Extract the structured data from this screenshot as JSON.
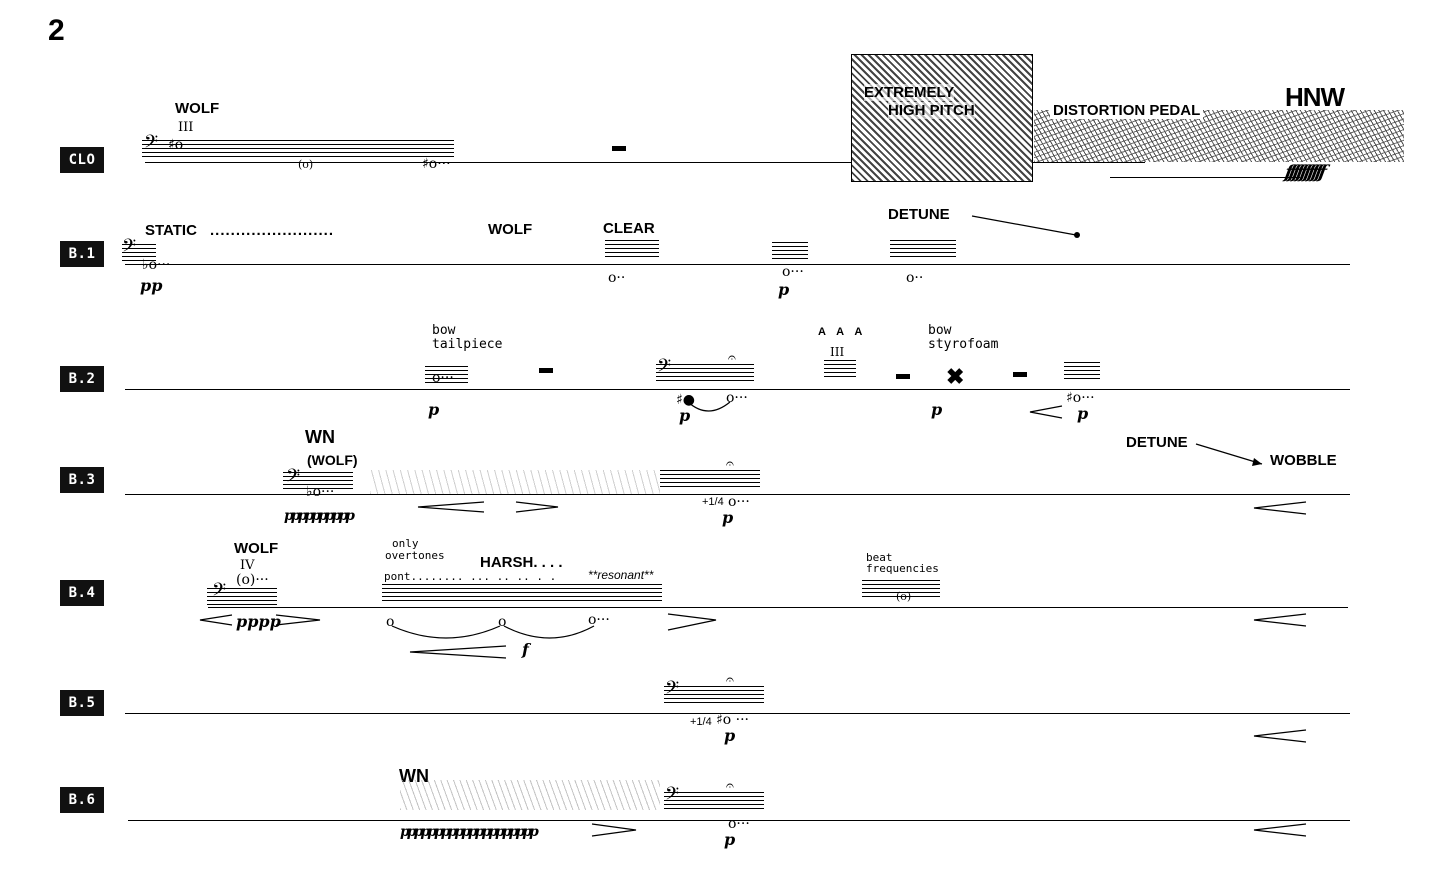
{
  "page_number": "2",
  "staves": [
    {
      "id": "clo",
      "label": "CLO"
    },
    {
      "id": "b1",
      "label": "B.1"
    },
    {
      "id": "b2",
      "label": "B.2"
    },
    {
      "id": "b3",
      "label": "B.3"
    },
    {
      "id": "b4",
      "label": "B.4"
    },
    {
      "id": "b5",
      "label": "B.5"
    },
    {
      "id": "b6",
      "label": "B.6"
    }
  ],
  "clo": {
    "wolf": "WOLF",
    "string": "III",
    "extremely": "EXTREMELY",
    "high_pitch": "HIGH PITCH",
    "distortion": "DISTORTION PEDAL",
    "hnw": "HNW",
    "fff": "ffffffffff"
  },
  "b1": {
    "static": "STATIC",
    "static_dots": "........................",
    "wolf": "WOLF",
    "clear": "CLEAR",
    "detune": "DETUNE",
    "pp": "pp",
    "p": "p"
  },
  "b2": {
    "bow1": "bow",
    "tailpiece": "tailpiece",
    "bow2": "bow",
    "styrofoam": "styrofoam",
    "p": "p",
    "accents": "A A A",
    "string": "III"
  },
  "b3": {
    "wn": "WN",
    "wolf": "(WOLF)",
    "dyn": "pppppppppp",
    "quarter": "+1/4",
    "p": "p",
    "detune": "DETUNE",
    "wobble": "WOBBLE"
  },
  "b4": {
    "wolf": "WOLF",
    "string": "IV",
    "pppp": "pppp",
    "only": "only",
    "overtones": "overtones",
    "harsh": "HARSH. . . .",
    "pont": "pont........ ... .. .. . .",
    "resonant": "**resonant**",
    "beat": "beat",
    "frequencies": "frequencies",
    "f": "f"
  },
  "b5": {
    "quarter": "+1/4",
    "p": "p"
  },
  "b6": {
    "wn": "WN",
    "dyn": "pppppppppppppppppppp",
    "p": "p"
  }
}
